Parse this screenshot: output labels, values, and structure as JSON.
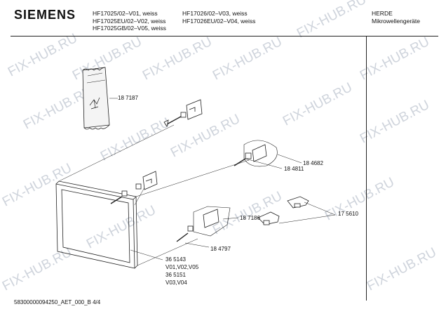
{
  "header": {
    "brand": "SIEMENS",
    "models_left": [
      "HF17025/02–V01, weiss",
      "HF17025EU/02–V02, weiss",
      "HF17025GB/02–V05, weiss"
    ],
    "models_right": [
      "HF17026/02–V03, weiss",
      "HF17026EU/02–V04, weiss"
    ],
    "category": [
      "HERDE",
      "Mikrowellengeräte"
    ]
  },
  "footer": {
    "code": "58300000094250_AET_000_B   4/4"
  },
  "watermark": "FIX-HUB.RU",
  "parts": {
    "p187187": "18 7187",
    "p184682": "18 4682",
    "p184811": "18 4811",
    "p175610": "17 5610",
    "p187186": "18 7186",
    "p184797": "18 4797",
    "p365143": "36 5143",
    "v_a": "V01,V02,V05",
    "p365151": "36 5151",
    "v_b": "V03,V04"
  },
  "colors": {
    "line": "#222222",
    "watermark": "#cfd4dc"
  }
}
